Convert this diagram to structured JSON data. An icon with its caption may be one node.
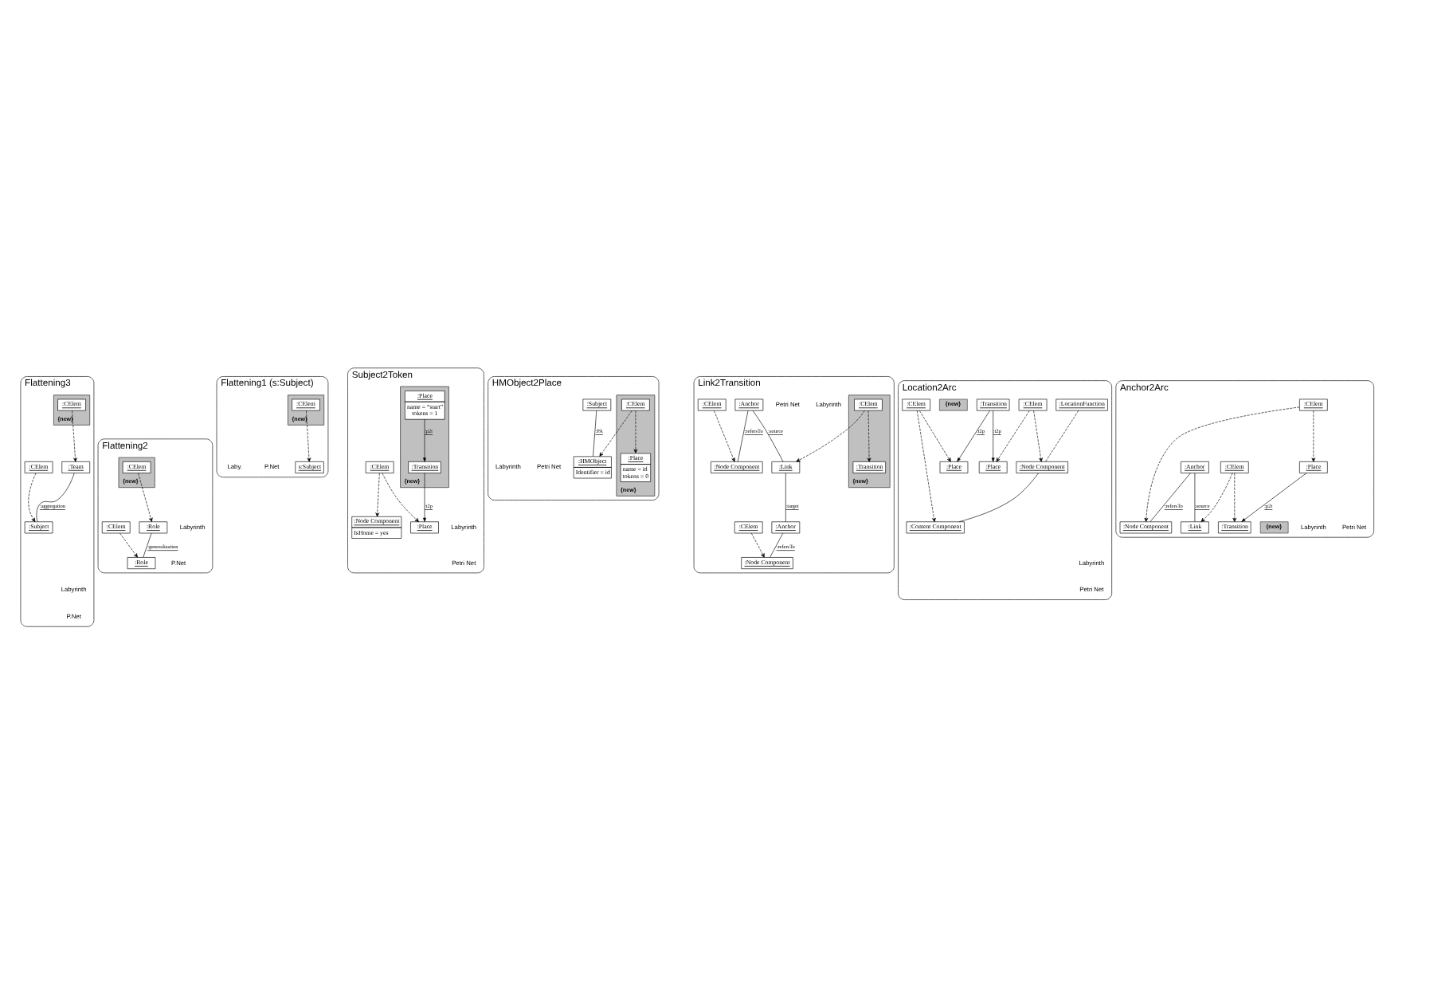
{
  "diagram": {
    "nodes": [
      {
        "text": [
          "Flattening1 (s:Subject)"
        ],
        "beside": [
          "Laby.",
          "P.Net"
        ]
      },
      {
        "text": [
          "s:Subject"
        ],
        "in": 0
      },
      {
        "text": [
          "{new}"
        ],
        "in": 0
      },
      {
        "text": [
          ":CElem"
        ],
        "in": 2
      },
      {
        "text": [
          "Flattening2"
        ],
        "beside": [
          "Labyrinth",
          "P.Net"
        ]
      },
      {
        "text": [
          ":Role"
        ],
        "in": 4
      },
      {
        "text": [
          ":Role"
        ],
        "in": 4
      },
      {
        "text": [
          ":CElem"
        ],
        "in": 4
      },
      {
        "text": [
          "{new}"
        ],
        "in": 4
      },
      {
        "text": [
          ":CElem"
        ],
        "in": 8
      },
      {
        "text": [
          "Flattening3"
        ],
        "beside": [
          "Labyrinth",
          "P.Net"
        ]
      },
      {
        "text": [
          ":Team"
        ],
        "in": 10
      },
      {
        "text": [
          ":Subject"
        ],
        "in": 10
      },
      {
        "text": [
          ":CElem"
        ],
        "in": 10
      },
      {
        "text": [
          "{new}"
        ],
        "in": 10
      },
      {
        "text": [
          ":CElem"
        ],
        "in": 14
      },
      {
        "text": [
          "HMObject2Place"
        ],
        "beside": [
          "Labyrinth",
          "Petri Net"
        ]
      },
      {
        "text": [
          ":Subject"
        ],
        "in": 16
      },
      {
        "text": [
          ":HMObject",
          "Identifier = id"
        ],
        "in": 16
      },
      {
        "text": [
          "{new}"
        ],
        "in": 16
      },
      {
        "text": [
          ":CElem"
        ],
        "in": 19
      },
      {
        "text": [
          ":Place",
          "name = id",
          "tokens = 0"
        ],
        "in": 19
      },
      {
        "text": [
          "Link2Transition"
        ],
        "beside": [
          "Labyrinth",
          "Petri Net"
        ]
      },
      {
        "text": [
          ":Anchor"
        ],
        "in": 22
      },
      {
        "text": [
          ":Link"
        ],
        "in": 22
      },
      {
        "text": [
          ":Anchor"
        ],
        "in": 22
      },
      {
        "text": [
          ":Node Component"
        ],
        "in": 22
      },
      {
        "text": [
          ":Node Component"
        ],
        "in": 22
      },
      {
        "text": [
          ":CElem"
        ],
        "in": 22
      },
      {
        "text": [
          "{new}"
        ],
        "in": 22
      },
      {
        "text": [
          ":CElem"
        ],
        "in": 29
      },
      {
        "text": [
          ":Transition"
        ],
        "in": 29
      },
      {
        "text": [
          ":CElem"
        ],
        "in": 22
      },
      {
        "text": [
          "Anchor2Arc"
        ],
        "beside": [
          "Labyrinth",
          "Petri Net"
        ]
      },
      {
        "text": [
          ":Anchor"
        ],
        "in": 33
      },
      {
        "text": [
          ":Link"
        ],
        "in": 33
      },
      {
        "text": [
          ":Node Component"
        ],
        "in": 33
      },
      {
        "text": [
          ":CElem"
        ],
        "in": 33
      },
      {
        "text": [
          ":CElem"
        ],
        "in": 33
      },
      {
        "text": [
          ":Place"
        ],
        "in": 33
      },
      {
        "text": [
          ":Transition"
        ],
        "in": 33
      },
      {
        "text": [
          "{new}"
        ],
        "in": 33
      },
      {
        "text": [
          "Subject2Token"
        ],
        "beside": [
          "Labyrinth",
          "Petri Net"
        ]
      },
      {
        "text": [
          ":Node Component",
          "IsHome = yes"
        ],
        "in": 42
      },
      {
        "text": [
          ":CElem"
        ],
        "in": 42
      },
      {
        "text": [
          "{new}"
        ],
        "in": 42
      },
      {
        "text": [
          ":Place",
          "name = “start”",
          "tokens = 1"
        ],
        "in": 45
      },
      {
        "text": [
          ":Transition"
        ],
        "in": 45
      },
      {
        "text": [
          ":Place"
        ],
        "in": 42
      },
      {
        "text": [
          "Location2Arc"
        ],
        "beside": [
          "Labyrinth",
          "Petri Net"
        ]
      },
      {
        "text": [
          ":LocationFunction"
        ],
        "in": 49
      },
      {
        "text": [
          ":Node Component"
        ],
        "in": 49
      },
      {
        "text": [
          ":Content Component"
        ],
        "in": 49
      },
      {
        "text": [
          ":CElem"
        ],
        "in": 49
      },
      {
        "text": [
          ":CElem"
        ],
        "in": 49
      },
      {
        "text": [
          ":Place"
        ],
        "in": 49
      },
      {
        "text": [
          "{new}"
        ],
        "in": 49
      },
      {
        "text": [
          ":Place"
        ],
        "in": 49
      },
      {
        "text": [
          ":Transition"
        ],
        "in": 49
      }
    ],
    "edges": [
      {
        "from": 3,
        "to": 1,
        "arrow": "to",
        "style": "dashed"
      },
      {
        "from": 5,
        "to": 6,
        "arrow": "none",
        "label": ":generalization"
      },
      {
        "from": 7,
        "to": 6,
        "arrow": "to",
        "style": "dashed"
      },
      {
        "from": 9,
        "to": 5,
        "arrow": "to",
        "style": "dashed"
      },
      {
        "from": 11,
        "to": 12,
        "arrow": "none",
        "label": ":aggregation"
      },
      {
        "from": 13,
        "to": 12,
        "arrow": "to",
        "style": "dashed"
      },
      {
        "from": 15,
        "to": 11,
        "arrow": "to",
        "style": "dashed"
      },
      {
        "from": 17,
        "to": 18,
        "arrow": "none",
        "label": ":PA"
      },
      {
        "from": 20,
        "to": 18,
        "arrow": "to",
        "style": "dashed"
      },
      {
        "from": 20,
        "to": 21,
        "arrow": "to",
        "style": "dashed"
      },
      {
        "from": 23,
        "to": 24,
        "arrow": "none",
        "label": ":source"
      },
      {
        "from": 24,
        "to": 25,
        "arrow": "none",
        "label": ":target"
      },
      {
        "from": 23,
        "to": 26,
        "arrow": "none",
        "label": ":refersTo"
      },
      {
        "from": 25,
        "to": 27,
        "arrow": "none",
        "label": ":refersTo"
      },
      {
        "from": 28,
        "to": 26,
        "arrow": "to",
        "style": "dashed"
      },
      {
        "from": 30,
        "to": 24,
        "arrow": "to",
        "style": "dashed"
      },
      {
        "from": 30,
        "to": 31,
        "arrow": "to",
        "style": "dashed"
      },
      {
        "from": 32,
        "to": 27,
        "arrow": "to",
        "style": "dashed"
      },
      {
        "from": 34,
        "to": 35,
        "arrow": "none",
        "label": ":source"
      },
      {
        "from": 34,
        "to": 36,
        "arrow": "none",
        "label": ":refersTo"
      },
      {
        "from": 37,
        "to": 36,
        "arrow": "to",
        "style": "dashed"
      },
      {
        "from": 37,
        "to": 39,
        "arrow": "to",
        "style": "dashed"
      },
      {
        "from": 38,
        "to": 35,
        "arrow": "to",
        "style": "dashed"
      },
      {
        "from": 38,
        "to": 40,
        "arrow": "to",
        "style": "dashed"
      },
      {
        "from": 39,
        "to": 40,
        "arrow": "to",
        "label": ":p2t"
      },
      {
        "from": 44,
        "to": 43,
        "arrow": "to",
        "style": "dashed"
      },
      {
        "from": 44,
        "to": 48,
        "arrow": "to",
        "style": "dashed"
      },
      {
        "from": 46,
        "to": 47,
        "arrow": "to",
        "label": ":p2t"
      },
      {
        "from": 47,
        "to": 48,
        "arrow": "to",
        "label": ":t2p"
      },
      {
        "from": 51,
        "to": 52,
        "arrow": "none"
      },
      {
        "from": 50,
        "to": 51,
        "arrow": "none",
        "style": "dashed"
      },
      {
        "from": 53,
        "to": 51,
        "arrow": "to",
        "style": "dashed"
      },
      {
        "from": 53,
        "to": 55,
        "arrow": "to",
        "style": "dashed"
      },
      {
        "from": 54,
        "to": 52,
        "arrow": "to",
        "style": "dashed"
      },
      {
        "from": 54,
        "to": 57,
        "arrow": "to",
        "style": "dashed"
      },
      {
        "from": 58,
        "to": 55,
        "arrow": "to",
        "label": ":t2p"
      },
      {
        "from": 58,
        "to": 57,
        "arrow": "to",
        "label": ":t2p"
      }
    ]
  }
}
